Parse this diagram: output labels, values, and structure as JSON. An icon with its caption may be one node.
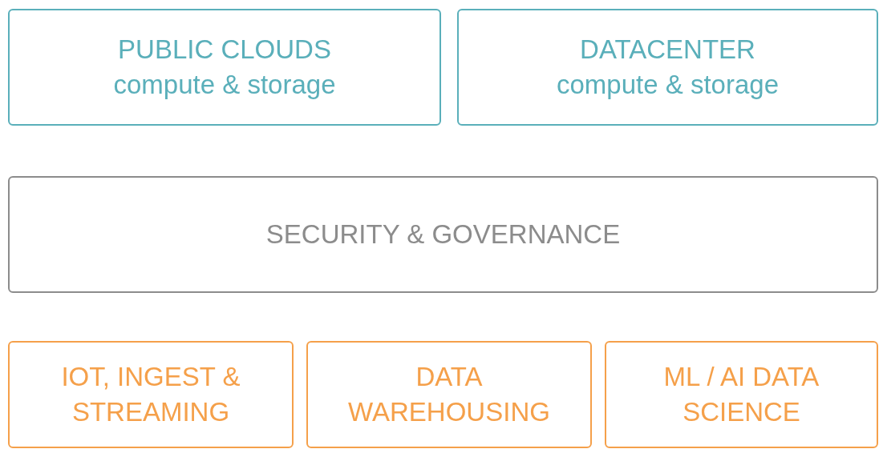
{
  "diagram": {
    "nodes": [
      {
        "text": [
          "PUBLIC CLOUDS",
          "compute & storage"
        ]
      },
      {
        "text": [
          "DATACENTER",
          "compute & storage"
        ]
      },
      {
        "text": [
          "SECURITY & GOVERNANCE"
        ]
      },
      {
        "text": [
          "IOT, INGEST & STREAMING"
        ]
      },
      {
        "text": [
          "DATA WAREHOUSING"
        ]
      },
      {
        "text": [
          "ML / AI DATA SCIENCE"
        ]
      }
    ]
  }
}
